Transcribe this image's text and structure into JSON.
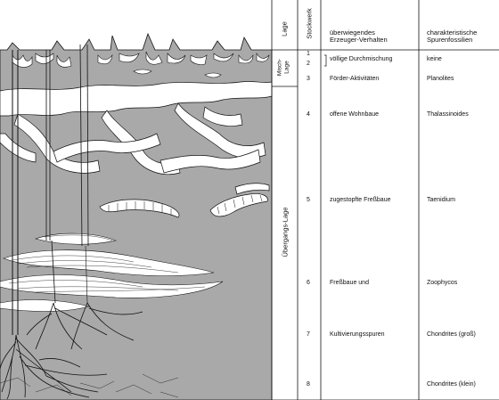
{
  "header": {
    "lage": "Lage",
    "stockwerk": "Stockwerk",
    "verhalten": [
      "überwiegendes",
      "Erzeuger-Verhalten"
    ],
    "spuren": [
      "charakteristische",
      "Spurenfossilien"
    ]
  },
  "layers": {
    "misch": [
      "Misch-",
      "Lage"
    ],
    "uebergang": "Übergangs-Lage"
  },
  "rows": [
    {
      "stockwerk": "1",
      "verhalten": "völlige Durchmischung",
      "spur": "keine"
    },
    {
      "stockwerk": "2",
      "verhalten": "",
      "spur": ""
    },
    {
      "stockwerk": "3",
      "verhalten": "Förder-Aktivitäten",
      "spur": "Planolites"
    },
    {
      "stockwerk": "4",
      "verhalten": "offene Wohnbaue",
      "spur": "Thalassinoides"
    },
    {
      "stockwerk": "5",
      "verhalten": "zugestopfte Freßbaue",
      "spur": "Taenidium"
    },
    {
      "stockwerk": "6",
      "verhalten": "Freßbaue und",
      "spur": "Zoophycos"
    },
    {
      "stockwerk": "7",
      "verhalten": "Kultivierungsspuren",
      "spur": "Chondrites (groß)"
    },
    {
      "stockwerk": "8",
      "verhalten": "",
      "spur": "Chondrites (klein)"
    }
  ],
  "colors": {
    "sediment": "#a9a9a9",
    "burrow": "#ffffff",
    "line": "#111111"
  }
}
